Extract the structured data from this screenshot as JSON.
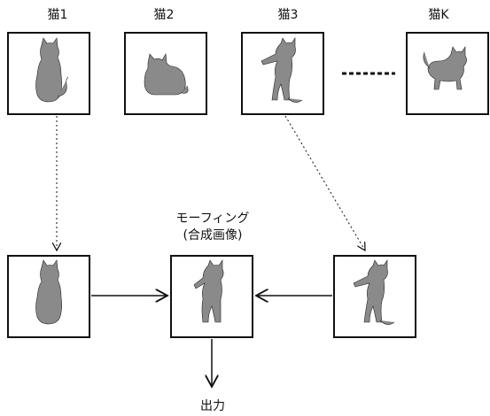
{
  "cats": [
    {
      "label": "猫1"
    },
    {
      "label": "猫2"
    },
    {
      "label": "猫3"
    },
    {
      "label": "猫K"
    }
  ],
  "morph": {
    "line1": "モーフィング",
    "line2": "(合成画像)"
  },
  "output_label": "出力",
  "icons": [
    "cat-sitting-back",
    "cat-loaf",
    "cat-standing-up",
    "cat-walking"
  ]
}
